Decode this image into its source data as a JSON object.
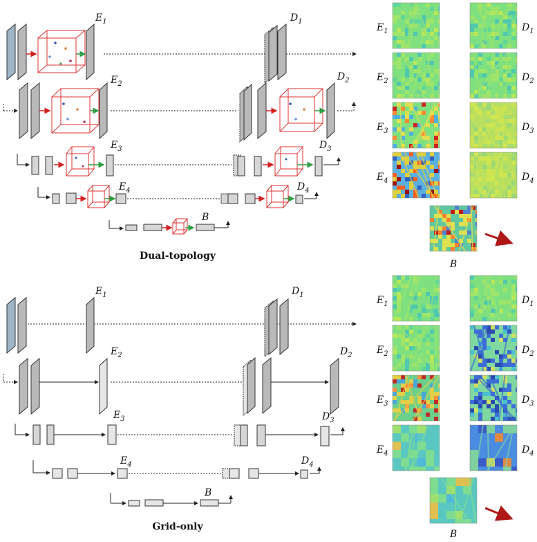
{
  "panels": [
    {
      "id": "dual",
      "caption": "Dual-topology",
      "encoders": [
        "E",
        "E",
        "E",
        "E"
      ],
      "encoder_subs": [
        "1",
        "2",
        "3",
        "4"
      ],
      "decoders": [
        "D",
        "D",
        "D",
        "D"
      ],
      "decoder_subs": [
        "1",
        "2",
        "3",
        "4"
      ],
      "bottleneck": "B",
      "heatmaps": {
        "left": [
          {
            "label": "E",
            "sub": "1",
            "palette": "mild"
          },
          {
            "label": "E",
            "sub": "2",
            "palette": "mild"
          },
          {
            "label": "E",
            "sub": "3",
            "palette": "hot"
          },
          {
            "label": "E",
            "sub": "4",
            "palette": "hotter"
          }
        ],
        "right": [
          {
            "label": "D",
            "sub": "1",
            "palette": "mild"
          },
          {
            "label": "D",
            "sub": "2",
            "palette": "mild"
          },
          {
            "label": "D",
            "sub": "3",
            "palette": "yellow"
          },
          {
            "label": "D",
            "sub": "4",
            "palette": "yellow"
          }
        ],
        "bottom": {
          "label": "B",
          "palette": "hot-b"
        }
      }
    },
    {
      "id": "grid",
      "caption": "Grid-only",
      "encoders": [
        "E",
        "E",
        "E",
        "E"
      ],
      "encoder_subs": [
        "1",
        "2",
        "3",
        "4"
      ],
      "decoders": [
        "D",
        "D",
        "D",
        "D"
      ],
      "decoder_subs": [
        "1",
        "2",
        "3",
        "4"
      ],
      "bottleneck": "B",
      "heatmaps": {
        "left": [
          {
            "label": "E",
            "sub": "1",
            "palette": "mild"
          },
          {
            "label": "E",
            "sub": "2",
            "palette": "mild"
          },
          {
            "label": "E",
            "sub": "3",
            "palette": "warm"
          },
          {
            "label": "E",
            "sub": "4",
            "palette": "coarse"
          }
        ],
        "right": [
          {
            "label": "D",
            "sub": "1",
            "palette": "mild"
          },
          {
            "label": "D",
            "sub": "2",
            "palette": "blue"
          },
          {
            "label": "D",
            "sub": "3",
            "palette": "blue"
          },
          {
            "label": "D",
            "sub": "4",
            "palette": "coarse-blue"
          }
        ],
        "bottom": {
          "label": "B",
          "palette": "coarse"
        }
      }
    }
  ],
  "colors": {
    "block_fill": "#b9b9b9",
    "block_face": "#d6d6d6",
    "point_cube": "#e03030",
    "red_arrow": "#d42020",
    "green_arrow": "#2e9e44",
    "pointer_arrow": "#b01818",
    "skip_line": "#222222"
  }
}
